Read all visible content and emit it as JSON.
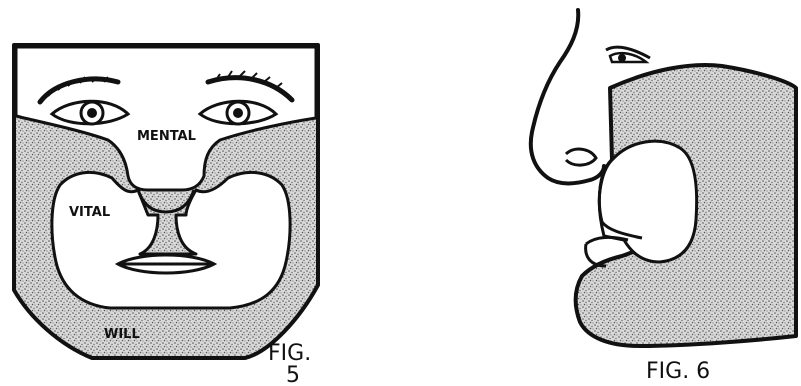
{
  "figure5": {
    "caption_line1": "FIG.",
    "caption_line2": "5",
    "zones": {
      "mental": "MENTAL",
      "vital": "VITAL",
      "will": "WILL"
    }
  },
  "figure6": {
    "caption": "FIG. 6"
  },
  "colors": {
    "ink": "#111111",
    "paper": "#ffffff",
    "stipple": "#9a9a9a"
  }
}
